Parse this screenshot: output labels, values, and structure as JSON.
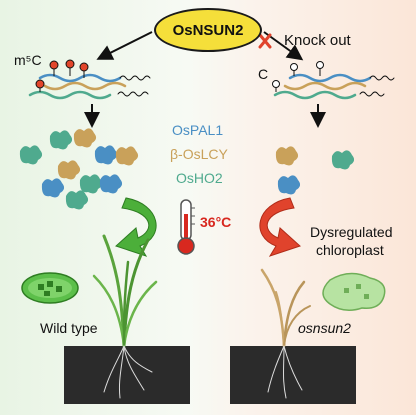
{
  "center": {
    "title": "OsNSUN2"
  },
  "left": {
    "methyl_label": "m⁵C",
    "genotype": "Wild type"
  },
  "right": {
    "knockout_label": "Knock out",
    "c_label": "C",
    "chloroplast_label_1": "Dysregulated",
    "chloroplast_label_2": "chloroplast",
    "genotype": "osnsun2"
  },
  "genes": [
    {
      "name": "OsPAL1",
      "color": "#4a8fc4"
    },
    {
      "name": "β-OsLCY",
      "color": "#c9a15a"
    },
    {
      "name": "OsHO2",
      "color": "#4faa8e"
    }
  ],
  "temperature": "36°C",
  "colors": {
    "title_fill": "#f5df3a",
    "arrow_green": "#4caf3a",
    "arrow_red": "#e0432c",
    "soil": "#2b2b2b",
    "mrna_blue": "#4a8fc4",
    "mrna_tan": "#c9a15a",
    "mrna_teal": "#4faa8e",
    "methyl_mark": "#e2452b"
  }
}
